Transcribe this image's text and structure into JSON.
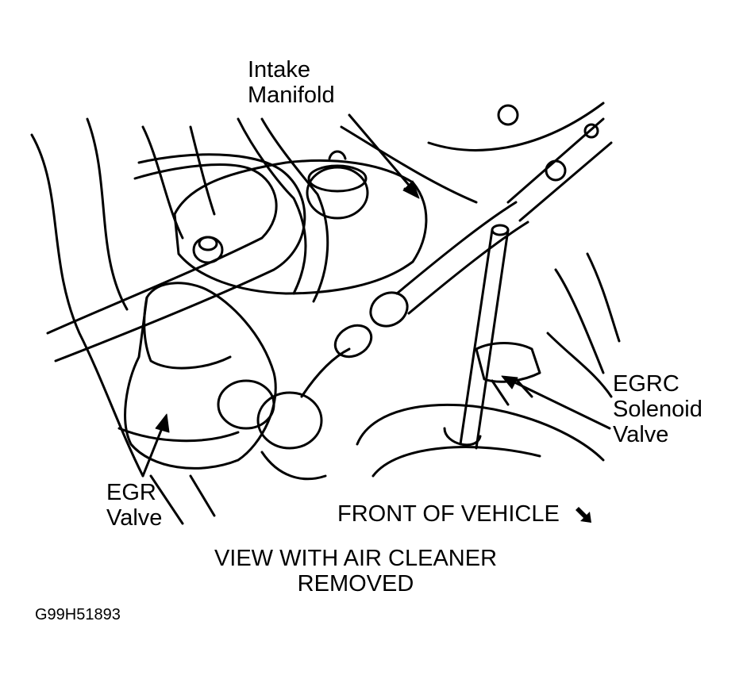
{
  "labels": {
    "intake_manifold": [
      "Intake",
      "Manifold"
    ],
    "egrc_solenoid_valve": [
      "EGRC",
      "Solenoid",
      "Valve"
    ],
    "egr_valve": [
      "EGR",
      "Valve"
    ],
    "front_of_vehicle": "FRONT OF VEHICLE"
  },
  "caption": [
    "VIEW WITH AIR CLEANER",
    "REMOVED"
  ],
  "figure_code": "G99H51893",
  "icons": {
    "front_direction": "arrow-down-right-icon"
  }
}
